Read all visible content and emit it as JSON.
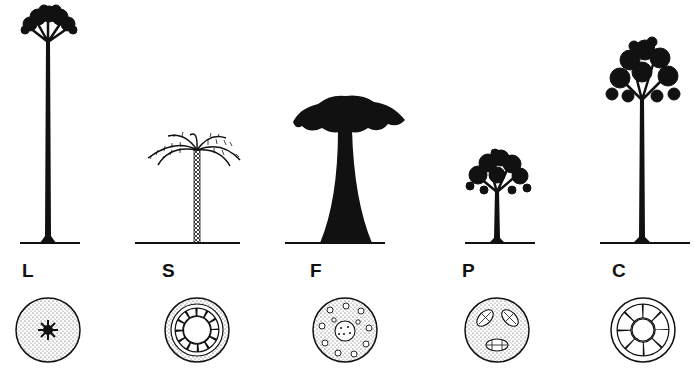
{
  "diagram": {
    "labels": [
      "L",
      "S",
      "F",
      "P",
      "C"
    ]
  }
}
